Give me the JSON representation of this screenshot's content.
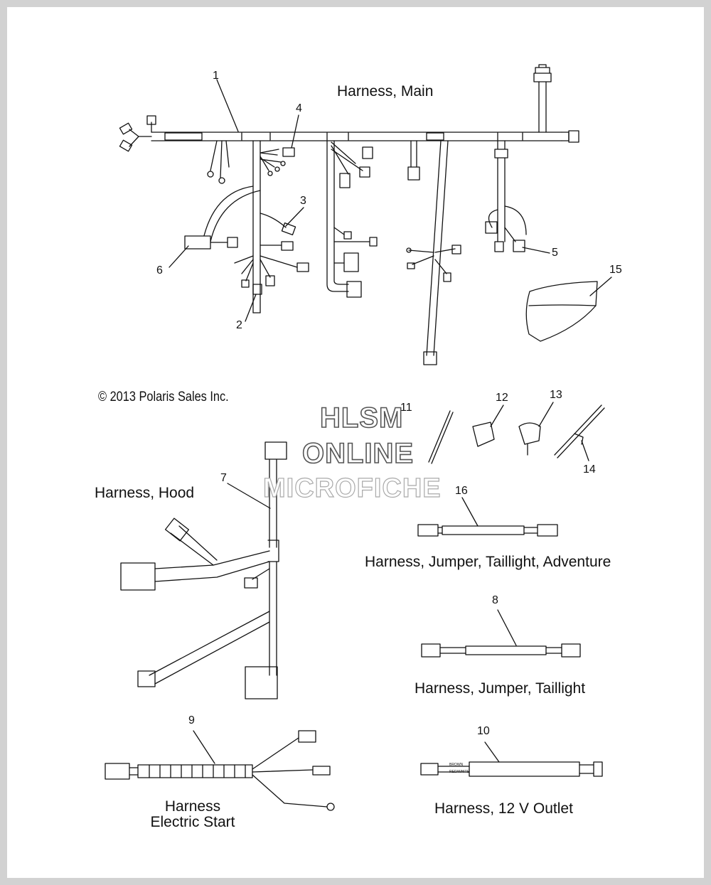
{
  "copyright": "© 2013 Polaris Sales Inc.",
  "watermark": [
    "HLSM",
    "ONLINE",
    "MICROFICHE"
  ],
  "titles": {
    "main": "Harness, Main",
    "hood": "Harness, Hood",
    "jumper_adventure": "Harness, Jumper, Taillight, Adventure",
    "jumper": "Harness, Jumper, Taillight",
    "electric_start_1": "Harness",
    "electric_start_2": "Electric Start",
    "outlet": "Harness, 12 V Outlet"
  },
  "callouts": {
    "c1": "1",
    "c2": "2",
    "c3": "3",
    "c4": "4",
    "c5": "5",
    "c6": "6",
    "c7": "7",
    "c8": "8",
    "c9": "9",
    "c10": "10",
    "c11": "11",
    "c12": "12",
    "c13": "13",
    "c14": "14",
    "c15": "15",
    "c16": "16"
  },
  "wire_labels": [
    "BROWN",
    "RED/WHITE"
  ],
  "colors": {
    "line": "#111111",
    "frame": "#d2d2d2",
    "watermark_outline": "#555555"
  }
}
